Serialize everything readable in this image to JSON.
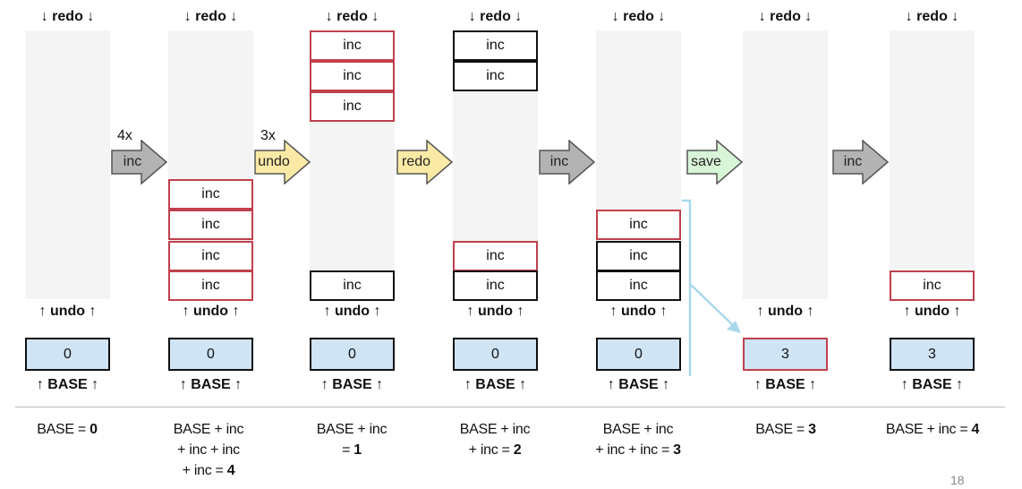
{
  "labels": {
    "redo": "↓ redo ↓",
    "undo": "↑ undo ↑",
    "base": "↑ BASE ↑",
    "inc": "inc"
  },
  "columns": [
    {
      "base_value": "0",
      "result": {
        "line1": "BASE = ",
        "line1_bold": "0"
      }
    },
    {
      "base_value": "0",
      "result": {
        "line1": "BASE + inc",
        "line2": "+ inc + inc",
        "line3": "+ inc = ",
        "line3_bold": "4"
      }
    },
    {
      "base_value": "0",
      "result": {
        "line1": "BASE + inc",
        "line2": "= ",
        "line2_bold": "1"
      }
    },
    {
      "base_value": "0",
      "result": {
        "line1": "BASE + inc",
        "line2": "+ inc  = ",
        "line2_bold": "2"
      }
    },
    {
      "base_value": "0",
      "result": {
        "line1": "BASE + inc",
        "line2": "+ inc + inc = ",
        "line2_bold": "3"
      }
    },
    {
      "base_value": "3",
      "result": {
        "line1": "BASE = ",
        "line1_bold": "3"
      }
    },
    {
      "base_value": "3",
      "result": {
        "line1": "BASE + inc = ",
        "line1_bold": "4"
      }
    }
  ],
  "transitions": [
    {
      "count": "4x",
      "label": "inc",
      "color": "#b3b3b3"
    },
    {
      "count": "3x",
      "label": "undo",
      "color": "#fbeaa6"
    },
    {
      "count": "",
      "label": "redo",
      "color": "#fbeaa6"
    },
    {
      "count": "",
      "label": "inc",
      "color": "#b3b3b3"
    },
    {
      "count": "",
      "label": "save",
      "color": "#d8f5d8"
    },
    {
      "count": "",
      "label": "inc",
      "color": "#b3b3b3"
    }
  ],
  "colors": {
    "new_entry_border": "#c0404c",
    "entry_border": "#111111",
    "base_fill": "#cfe4f5",
    "save_connector": "#a9d8ec"
  },
  "page_number": "18"
}
